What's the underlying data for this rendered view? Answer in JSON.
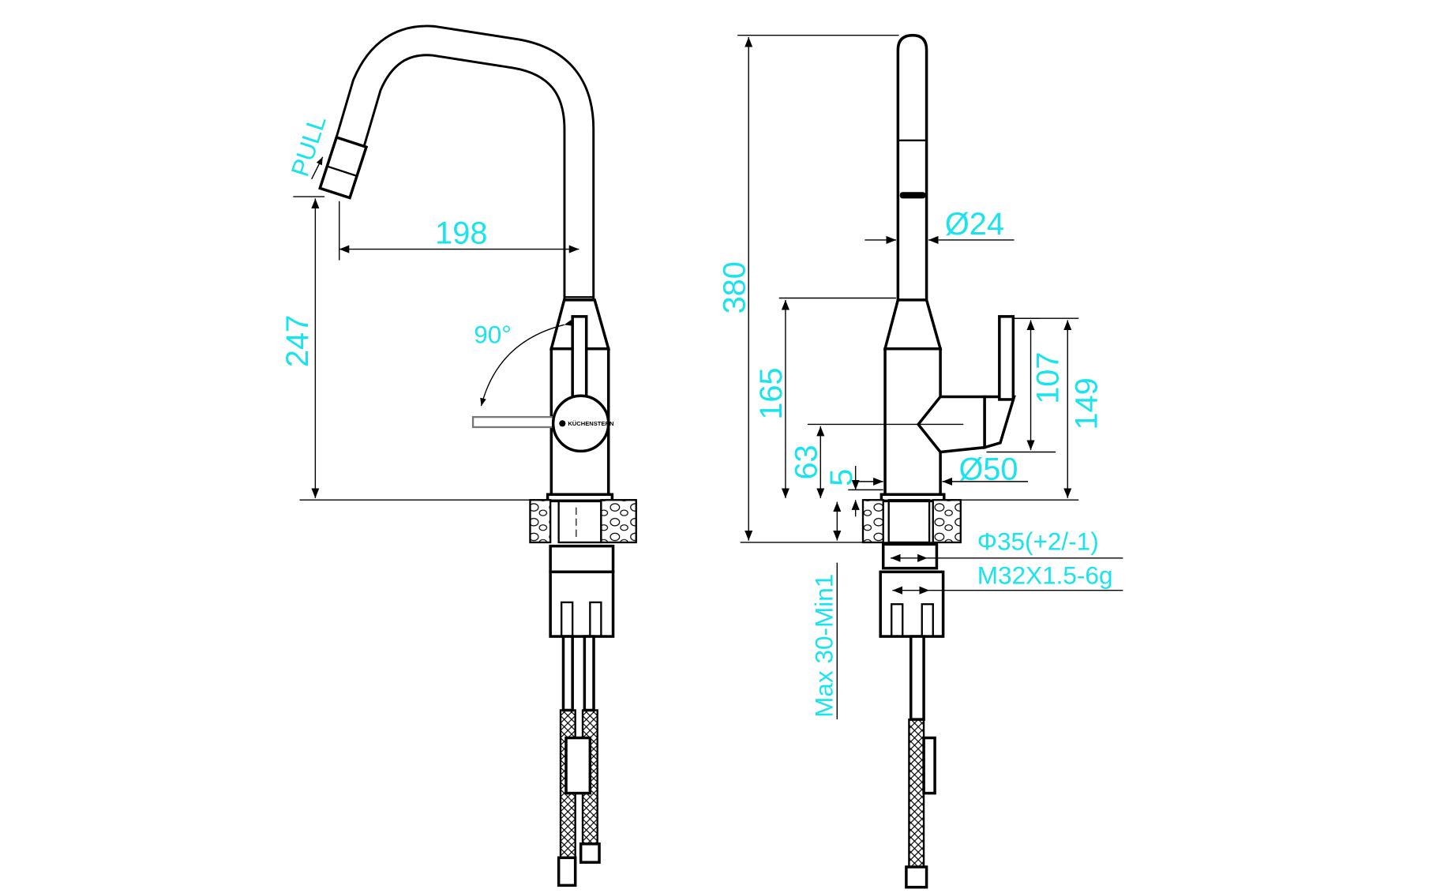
{
  "title": "Kitchen faucet dimension drawing",
  "logo_text": "KÜCHENSTERN",
  "colors": {
    "dimension_text": "#19e3ee",
    "lines": "#000000"
  },
  "side_view": {
    "pull_label": "PULL",
    "spout_reach": "198",
    "spout_height": "247",
    "lever_angle": "90°"
  },
  "front_view": {
    "total_height": "380",
    "body_height": "165",
    "handle_axis_height": "63",
    "base_ring_height": "5",
    "counter_thickness": "Max 30-Min1",
    "spout_diameter": "Ø24",
    "body_diameter": "Ø50",
    "lever_length": "107",
    "lever_top_height": "149",
    "hole_diameter": "Φ35(+2/-1)",
    "thread": "M32X1.5-6g"
  }
}
